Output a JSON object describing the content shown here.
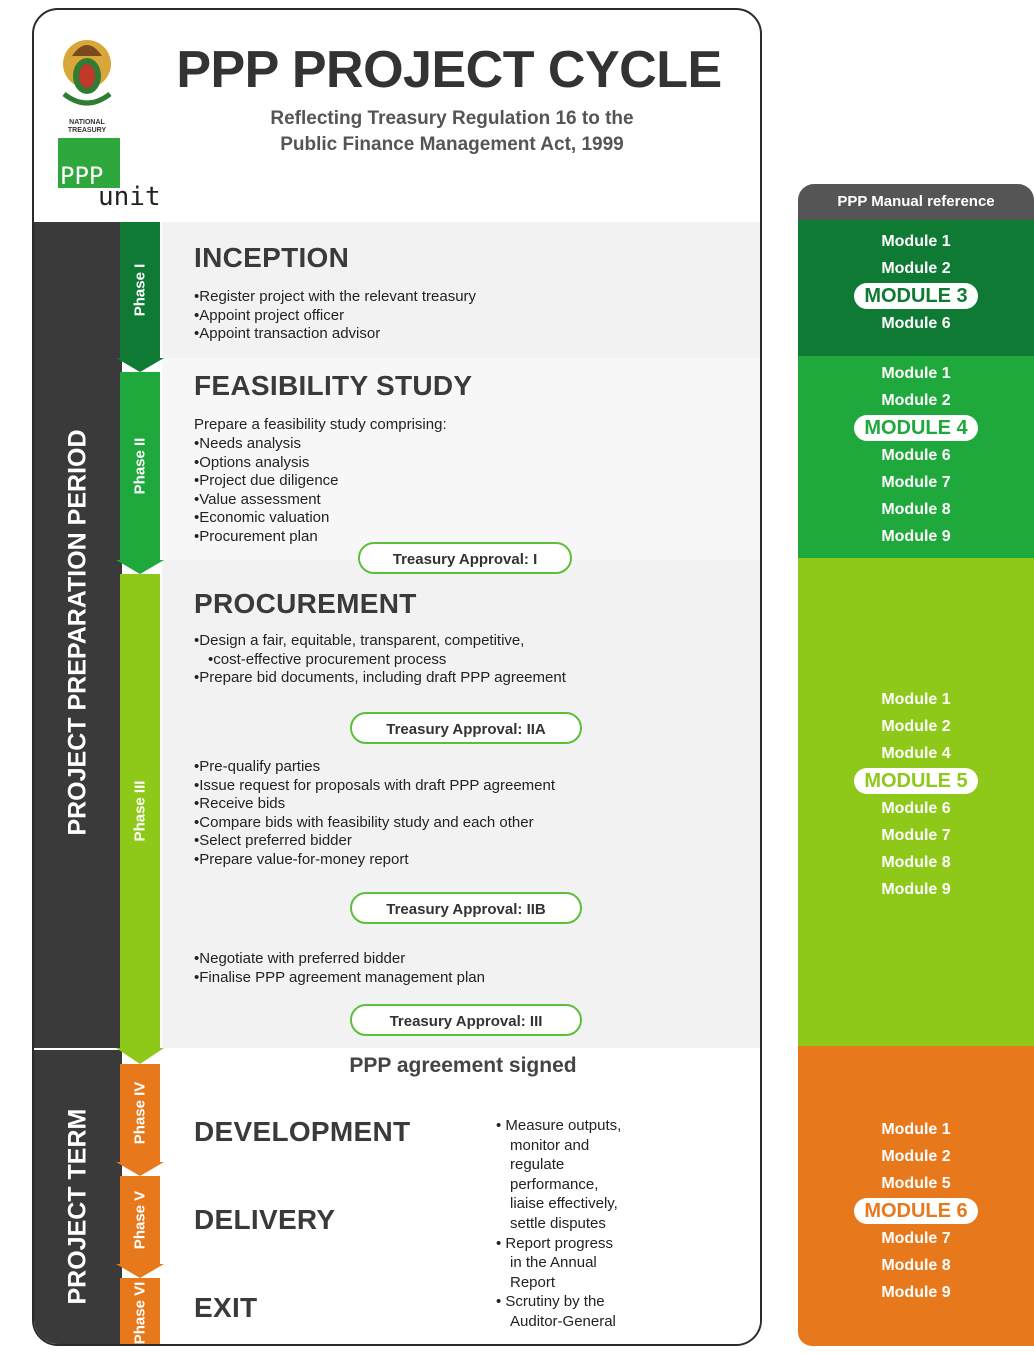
{
  "header": {
    "title": "PPP PROJECT CYCLE",
    "subtitle_line1": "Reflecting Treasury Regulation 16 to the",
    "subtitle_line2": "Public Finance Management Act, 1999",
    "logo_text_ppp": "PPP",
    "logo_text_unit": "unit",
    "crest_caption": "NATIONAL TREASURY"
  },
  "periods": {
    "preparation": "PROJECT PREPARATION PERIOD",
    "term": "PROJECT TERM"
  },
  "phases": {
    "p1": "Phase I",
    "p2": "Phase II",
    "p3": "Phase III",
    "p4": "Phase IV",
    "p5": "Phase V",
    "p6": "Phase VI"
  },
  "inception": {
    "title": "INCEPTION",
    "bullets": [
      "Register project with the relevant treasury",
      "Appoint project officer",
      "Appoint transaction advisor"
    ]
  },
  "feasibility": {
    "title": "FEASIBILITY STUDY",
    "intro": "Prepare a feasibility study comprising:",
    "bullets": [
      "Needs analysis",
      "Options analysis",
      "Project due diligence",
      "Value assessment",
      "Economic valuation",
      "Procurement plan"
    ]
  },
  "approvals": {
    "a1": "Treasury Approval: I",
    "a2a": "Treasury Approval: IIA",
    "a2b": "Treasury Approval: IIB",
    "a3": "Treasury Approval: III"
  },
  "procurement": {
    "title": "PROCUREMENT",
    "bullets1": [
      "Design a fair, equitable, transparent, competitive,",
      "cost-effective procurement process",
      "Prepare bid documents, including draft PPP agreement"
    ],
    "bullets2": [
      "Pre-qualify parties",
      "Issue request for proposals with draft PPP agreement",
      "Receive bids",
      "Compare bids with feasibility study and each other",
      "Select preferred bidder",
      "Prepare value-for-money report"
    ],
    "bullets3": [
      "Negotiate with preferred bidder",
      "Finalise PPP agreement management plan"
    ]
  },
  "signed": "PPP agreement signed",
  "term": {
    "development": "DEVELOPMENT",
    "delivery": "DELIVERY",
    "exit": "EXIT",
    "bullets": [
      "Measure outputs,",
      "monitor and",
      "regulate",
      "performance,",
      "liaise effectively,",
      "settle disputes",
      "Report progress",
      "in the Annual",
      "Report",
      "Scrutiny by the",
      "Auditor-General"
    ]
  },
  "manual": {
    "header": "PPP Manual reference",
    "inception": [
      "Module 1",
      "Module 2",
      "MODULE 3",
      "Module 6"
    ],
    "feasibility": [
      "Module 1",
      "Module 2",
      "MODULE 4",
      "Module 6",
      "Module 7",
      "Module 8",
      "Module 9"
    ],
    "procurement": [
      "Module 1",
      "Module 2",
      "Module 4",
      "MODULE 5",
      "Module 6",
      "Module 7",
      "Module 8",
      "Module 9"
    ],
    "term": [
      "Module 1",
      "Module 2",
      "Module 5",
      "MODULE 6",
      "Module 7",
      "Module 8",
      "Module 9"
    ]
  },
  "colors": {
    "dark_green": "#0f7a34",
    "mid_green": "#1fa83c",
    "lime": "#8ec91a",
    "orange": "#e8781c",
    "charcoal": "#3a3a3a"
  }
}
